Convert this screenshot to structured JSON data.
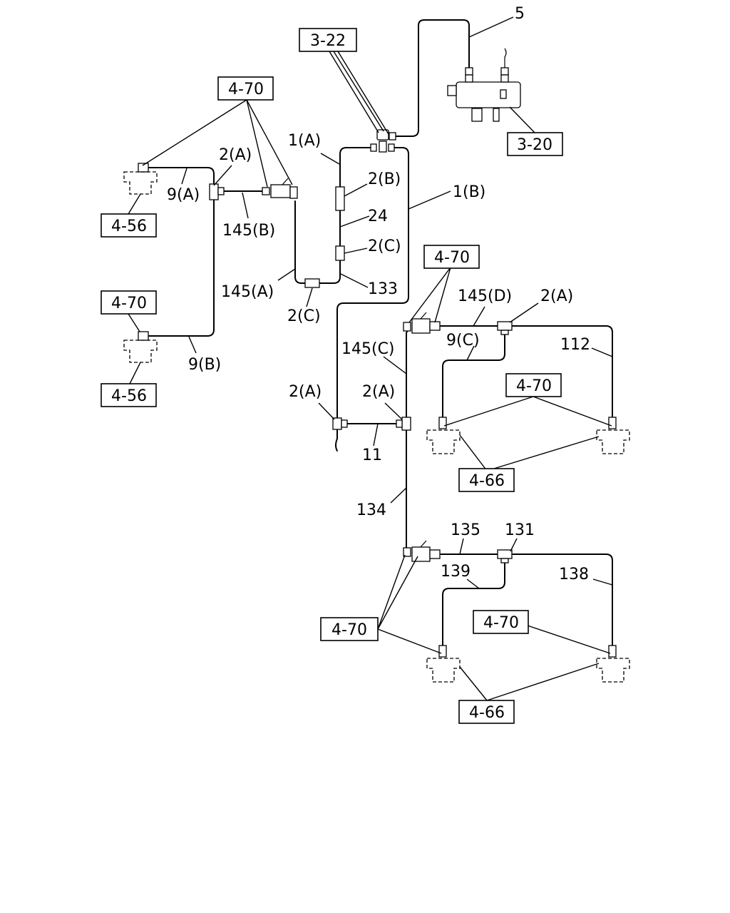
{
  "references": {
    "r322": "3-22",
    "r320": "3-20",
    "r470_top": "4-70",
    "r456_top": "4-56",
    "r470_left": "4-70",
    "r456_bottom": "4-56",
    "r470_mid": "4-70",
    "r470_center": "4-70",
    "r466_mid": "4-66",
    "r470_low_left": "4-70",
    "r470_low_right": "4-70",
    "r466_low": "4-66"
  },
  "parts": {
    "p5": "5",
    "p1a": "1(A)",
    "p1b": "1(B)",
    "p2b": "2(B)",
    "p24": "24",
    "p2c_upper": "2(C)",
    "p133": "133",
    "p2c_lower": "2(C)",
    "p145a": "145(A)",
    "p145b": "145(B)",
    "p2a_top": "2(A)",
    "p9a": "9(A)",
    "p9b": "9(B)",
    "p145d": "145(D)",
    "p2a_right": "2(A)",
    "p9c": "9(C)",
    "p112": "112",
    "p145c": "145(C)",
    "p2a_left": "2(A)",
    "p2a_center": "2(A)",
    "p11": "11",
    "p134": "134",
    "p135": "135",
    "p131": "131",
    "p139": "139",
    "p138": "138"
  }
}
